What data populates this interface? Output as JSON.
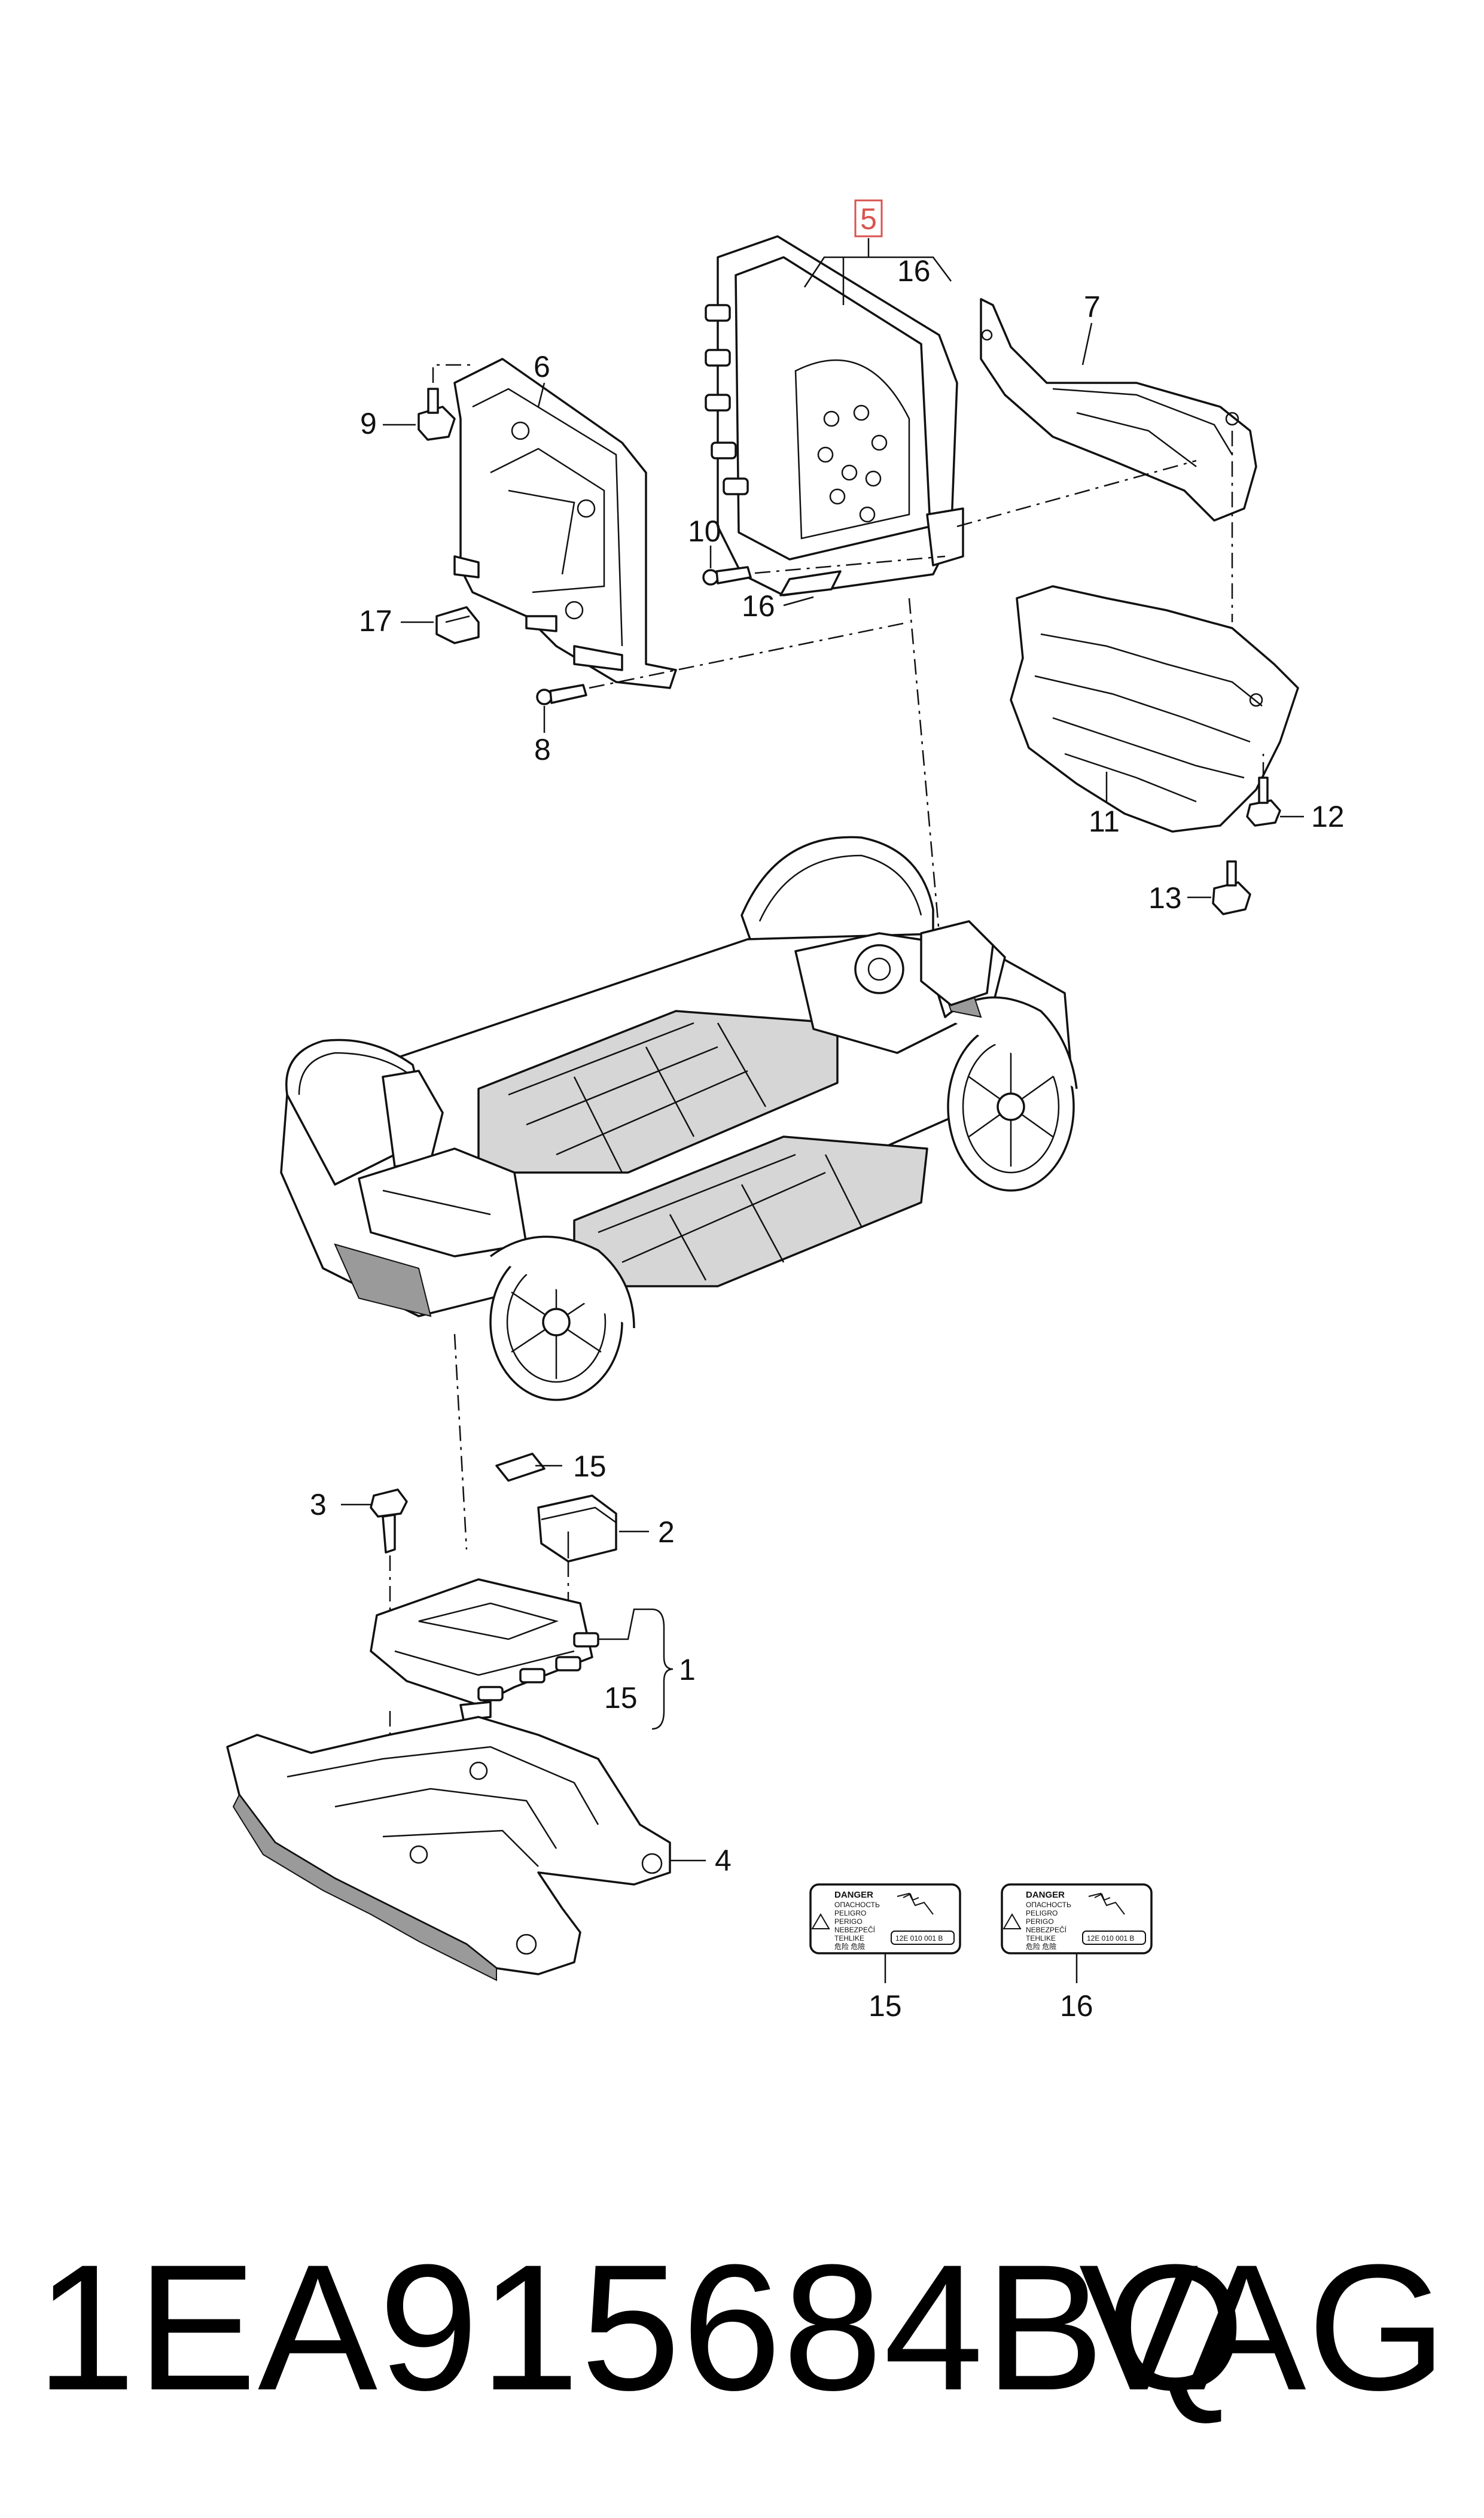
{
  "callouts": {
    "c1": "1",
    "c2": "2",
    "c3": "3",
    "c4": "4",
    "c5": "5",
    "c6": "6",
    "c7": "7",
    "c8": "8",
    "c9": "9",
    "c10": "10",
    "c11": "11",
    "c12": "12",
    "c13": "13",
    "c15_label": "15",
    "c15_bracket": "15",
    "c15_sticker": "15",
    "c16_top": "16",
    "c16_mid": "16",
    "c16_sticker": "16"
  },
  "highlight_color": "#d9534f",
  "stickers": {
    "left": {
      "line1": "DANGER",
      "line2": "ОПАСНОСТЬ",
      "line3": "PELIGRO",
      "line4": "PERIGO",
      "line5": "NEBEZPEČÍ",
      "line6": "TEHLIKE",
      "line7": "危险 危險",
      "code": "12E 010 001 B"
    },
    "right": {
      "line1": "DANGER",
      "line2": "ОПАСНОСТЬ",
      "line3": "PELIGRO",
      "line4": "PERIGO",
      "line5": "NEBEZPEČÍ",
      "line6": "TEHLIKE",
      "line7": "危险 危險",
      "code": "12E 010 001 B"
    }
  },
  "footer": {
    "part_number": "1EA915684BQ",
    "brand": "VAG"
  }
}
